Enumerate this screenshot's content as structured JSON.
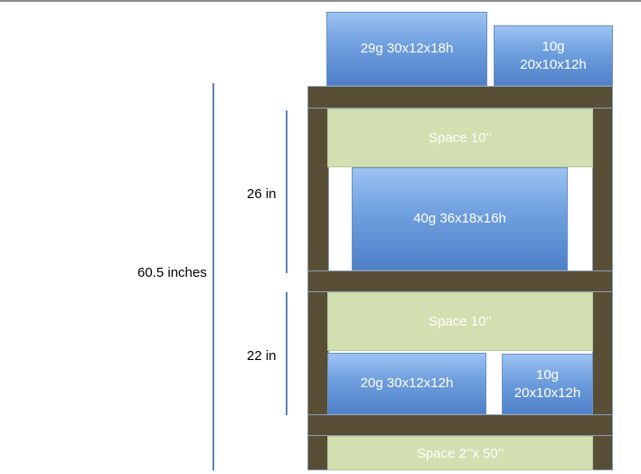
{
  "dimensions": {
    "total": "60.5 inches",
    "upper": "26 in",
    "lower": "22 in"
  },
  "tanks": {
    "top_left": {
      "line1": "29g 30x12x18h"
    },
    "top_right": {
      "line1": "10g",
      "line2": "20x10x12h"
    },
    "middle": {
      "line1": "40g 36x18x16h"
    },
    "lower_left": {
      "line1": "20g 30x12x12h"
    },
    "lower_right": {
      "line1": "10g",
      "line2": "20x10x12h"
    }
  },
  "spaces": {
    "upper": "Space 10’’",
    "lower": "Space 10’’",
    "bottom": "Space 2’’x 50’’"
  },
  "colors": {
    "frame": "#584e36",
    "tank": "#6f9fdf",
    "space": "#d2dfb0",
    "dimension_line": "#5b82b8"
  }
}
